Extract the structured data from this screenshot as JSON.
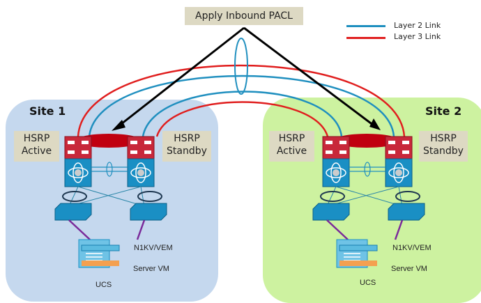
{
  "title_box": "Apply Inbound PACL",
  "legend": [
    {
      "label": "Layer 2 Link",
      "color": "#1f8fbf"
    },
    {
      "label": "Layer 3 Link",
      "color": "#e01e1e"
    }
  ],
  "sites": [
    {
      "name": "Site 1",
      "color": "#c5d8ee",
      "hsrp_active": [
        "HSRP",
        "Active"
      ],
      "hsrp_standby": [
        "HSRP",
        "Standby"
      ],
      "n1kv": "N1KV/VEM",
      "server_vm": "Server VM",
      "ucs": "UCS"
    },
    {
      "name": "Site 2",
      "color": "#cdf2a0",
      "hsrp_active": [
        "HSRP",
        "Active"
      ],
      "hsrp_standby": [
        "HSRP",
        "Standby"
      ],
      "n1kv": "N1KV/VEM",
      "server_vm": "Server VM",
      "ucs": "UCS"
    }
  ],
  "colors": {
    "l2": "#1f8fbf",
    "l3": "#e01e1e",
    "router": "#c8283a",
    "switch": "#1a8fc4",
    "vm_bar": "#f4a050",
    "purple": "#7a2a9a"
  }
}
